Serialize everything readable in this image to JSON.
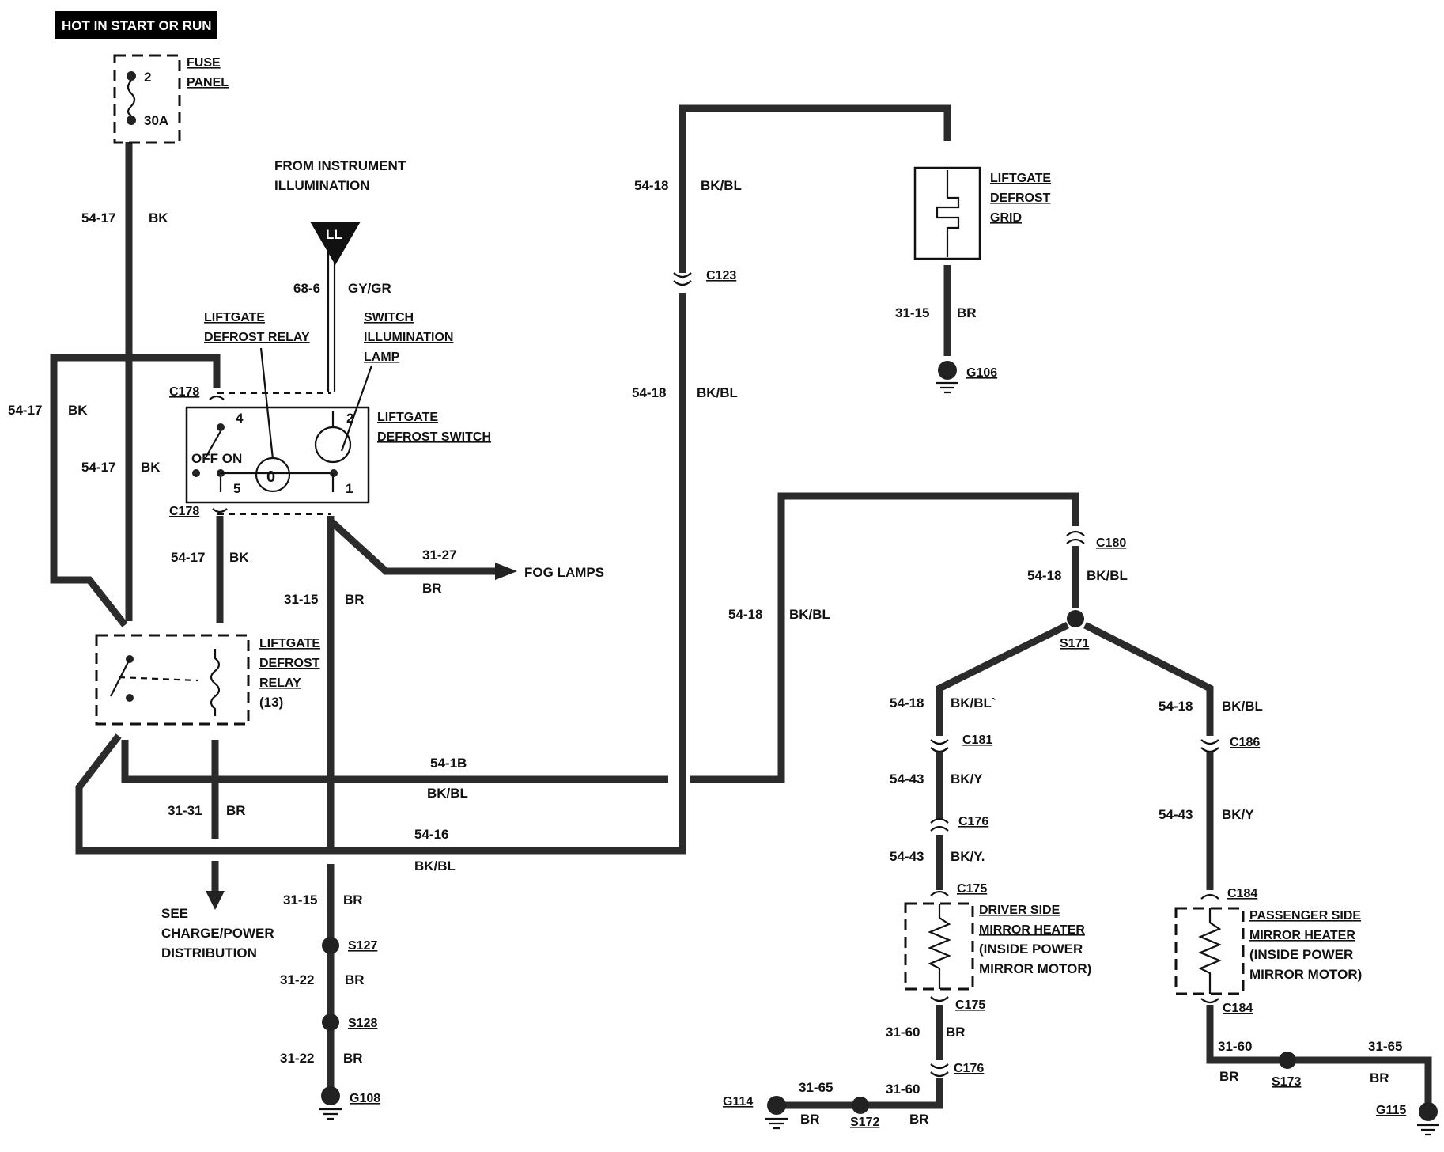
{
  "header": {
    "label": "HOT IN START OR RUN"
  },
  "fuse": {
    "name_line1": "FUSE",
    "name_line2": "PANEL",
    "pin": "2",
    "rating": "30A"
  },
  "instrument": {
    "line1": "FROM INSTRUMENT",
    "line2": "ILLUMINATION",
    "symbol": "LL"
  },
  "relay_labels": {
    "top_line1": "LIFTGATE",
    "top_line2": "DEFROST RELAY",
    "side_line1": "LIFTGATE",
    "side_line2": "DEFROST",
    "side_line3": "RELAY",
    "side_line4": "(13)"
  },
  "switch_lamp": {
    "line1": "SWITCH",
    "line2": "ILLUMINATION",
    "line3": "LAMP"
  },
  "switch": {
    "line1": "LIFTGATE",
    "line2": "DEFROST SWITCH",
    "pin4": "4",
    "pin2": "2",
    "pin5": "5",
    "pin1": "1",
    "off_on": "OFF ON"
  },
  "grid": {
    "line1": "LIFTGATE",
    "line2": "DEFROST",
    "line3": "GRID"
  },
  "fog": {
    "label": "FOG LAMPS"
  },
  "see": {
    "line1": "SEE",
    "line2": "CHARGE/POWER",
    "line3": "DISTRIBUTION"
  },
  "driver_heater": {
    "line1": "DRIVER SIDE",
    "line2": "MIRROR HEATER",
    "line3": "(INSIDE POWER",
    "line4": "MIRROR MOTOR)"
  },
  "passenger_heater": {
    "line1": "PASSENGER SIDE",
    "line2": "MIRROR HEATER",
    "line3": "(INSIDE POWER",
    "line4": "MIRROR MOTOR)"
  },
  "connectors": {
    "c178a": "C178",
    "c178b": "C178",
    "c123": "C123",
    "c180": "C180",
    "c181": "C181",
    "c186": "C186",
    "c176a": "C176",
    "c175a": "C175",
    "c175b": "C175",
    "c176b": "C176",
    "c184a": "C184",
    "c184b": "C184"
  },
  "splices": {
    "s127": "S127",
    "s128": "S128",
    "s171": "S171",
    "s172": "S172",
    "s173": "S173"
  },
  "grounds": {
    "g106": "G106",
    "g108": "G108",
    "g114": "G114",
    "g115": "G115"
  },
  "circuits": {
    "w1_num": "54-17",
    "w1_col": "BK",
    "w2_num": "54-17",
    "w2_col": "BK",
    "w3_num": "54-17",
    "w3_col": "BK",
    "w4_num": "54-17",
    "w4_col": "BK",
    "w5_num": "68-6",
    "w5_col": "GY/GR",
    "w6_num": "31-15",
    "w6_col": "BR",
    "w7_num": "31-27",
    "w7_col": "BR",
    "w8_num": "31-31",
    "w8_col": "BR",
    "w9_num": "54-1B",
    "w9_col": "BK/BL",
    "w10_num": "54-16",
    "w10_col": "BK/BL",
    "w11_num": "54-18",
    "w11_col": "BK/BL",
    "w12_num": "54-18",
    "w12_col": "BK/BL",
    "w13_num": "31-15",
    "w13_col": "BR",
    "w14_num": "54-18",
    "w14_col": "BK/BL",
    "w15_num": "54-18",
    "w15_col": "BK/BL",
    "w16_num": "54-18",
    "w16_col": "BK/BL`",
    "w17_num": "54-18",
    "w17_col": "BK/BL",
    "w18_num": "54-43",
    "w18_col": "BK/Y",
    "w19_num": "54-43",
    "w19_col": "BK/Y.",
    "w20_num": "54-43",
    "w20_col": "BK/Y",
    "w21_num": "31-60",
    "w21_col": "BR",
    "w22_num": "31-65",
    "w22_col": "BR",
    "w23_num": "31-60",
    "w23_col": "BR",
    "w24_num": "31-60",
    "w24_col": "BR",
    "w25_num": "31-65",
    "w25_col": "BR",
    "w26_num": "31-15",
    "w26_col": "BR",
    "w27_num": "31-22",
    "w27_col": "BR",
    "w28_num": "31-22",
    "w28_col": "BR"
  }
}
